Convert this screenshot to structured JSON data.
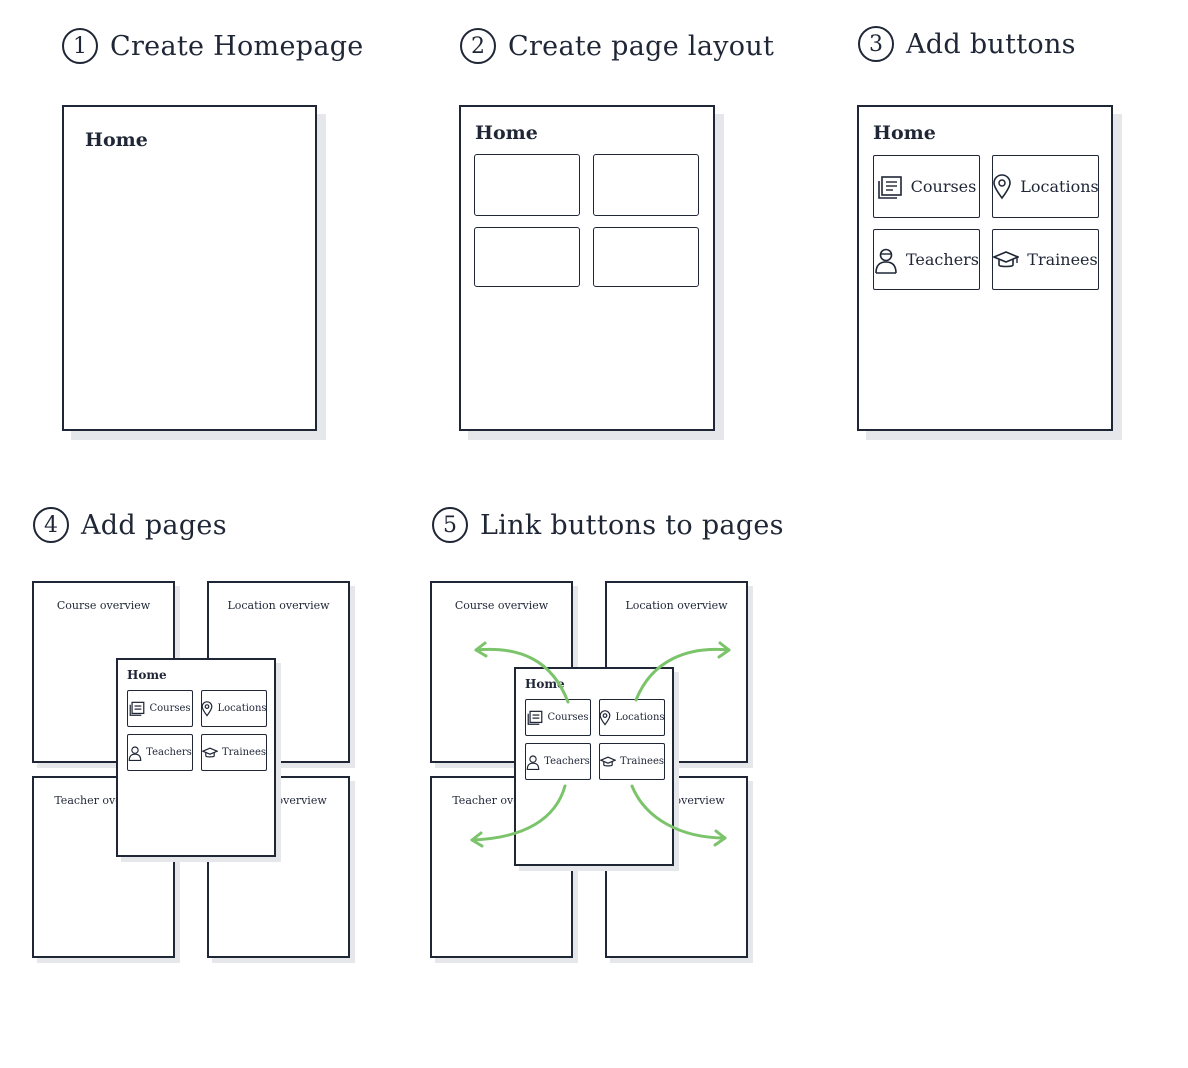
{
  "steps": [
    {
      "number": "1",
      "label": "Create Homepage"
    },
    {
      "number": "2",
      "label": "Create page layout"
    },
    {
      "number": "3",
      "label": "Add buttons"
    },
    {
      "number": "4",
      "label": "Add pages"
    },
    {
      "number": "5",
      "label": "Link buttons to pages"
    }
  ],
  "home_title": "Home",
  "buttons": {
    "courses": "Courses",
    "locations": "Locations",
    "teachers": "Teachers",
    "trainees": "Trainees"
  },
  "subpages": {
    "course": "Course overview",
    "location": "Location overview",
    "teacher": "Teacher overview",
    "trainee": "Trainee overview"
  },
  "colors": {
    "ink": "#1f2636",
    "shadow": "#e6e7ea",
    "arrow": "#7cc46b"
  }
}
